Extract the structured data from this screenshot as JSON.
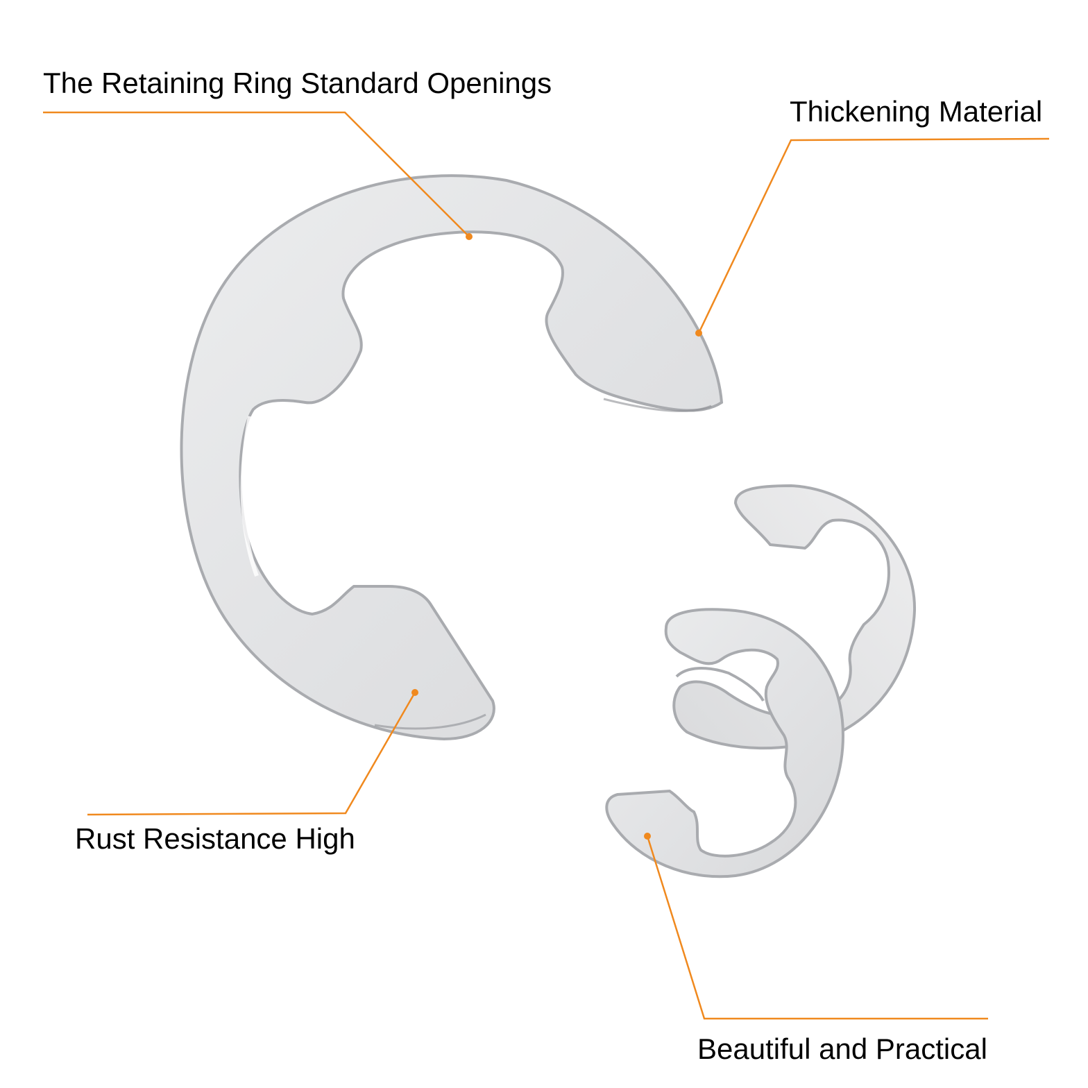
{
  "callouts": {
    "openings": "The Retaining Ring Standard Openings",
    "thickening": "Thickening Material",
    "rust": "Rust Resistance High",
    "beautiful": "Beautiful and Practical"
  },
  "colors": {
    "leader_line": "#F0891E",
    "metal_fill": "#E4E5E7",
    "metal_edge": "#A9ABAF",
    "background": "#FFFFFF"
  }
}
